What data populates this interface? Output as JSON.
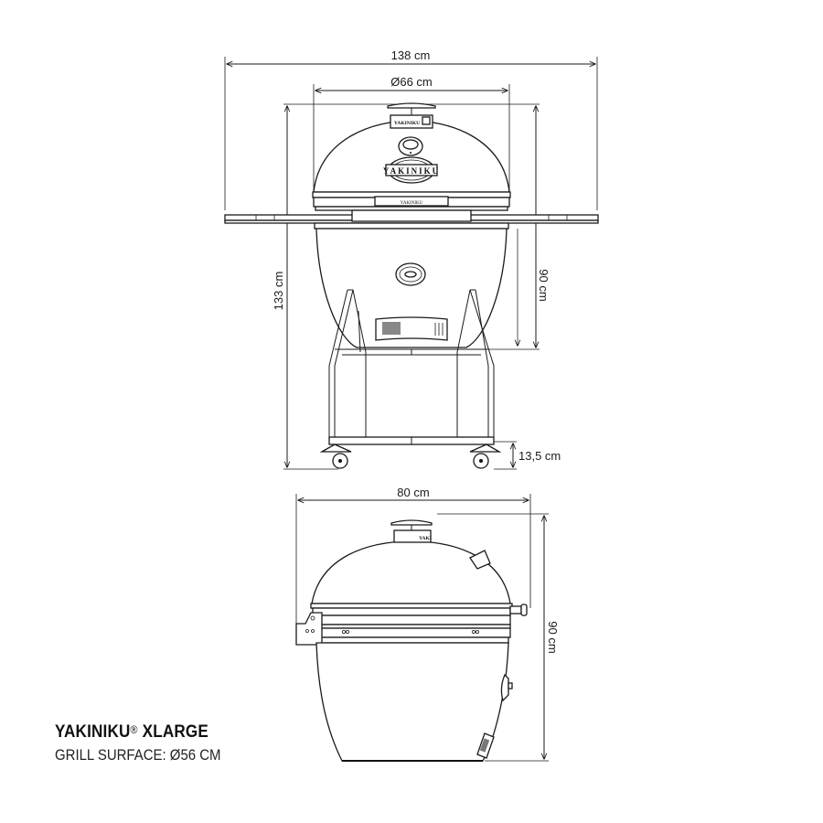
{
  "product": {
    "name": "YAKINIKU",
    "trademark": "®",
    "size": "XLARGE",
    "grill_surface_label": "GRILL SURFACE: Ø56 CM"
  },
  "front_view": {
    "dimensions": {
      "total_width": "138 cm",
      "dome_diameter": "Ø66 cm",
      "total_height": "133 cm",
      "grill_height": "90 cm",
      "ground_clearance": "13,5 cm"
    },
    "brand_badges": [
      "YAKINIKU",
      "YAKINIKU",
      "YAKINIKU"
    ]
  },
  "side_view": {
    "dimensions": {
      "depth": "80 cm",
      "height": "90 cm"
    },
    "brand_badge": "YAKI"
  },
  "colors": {
    "line": "#1a1a1a",
    "background": "#ffffff"
  }
}
